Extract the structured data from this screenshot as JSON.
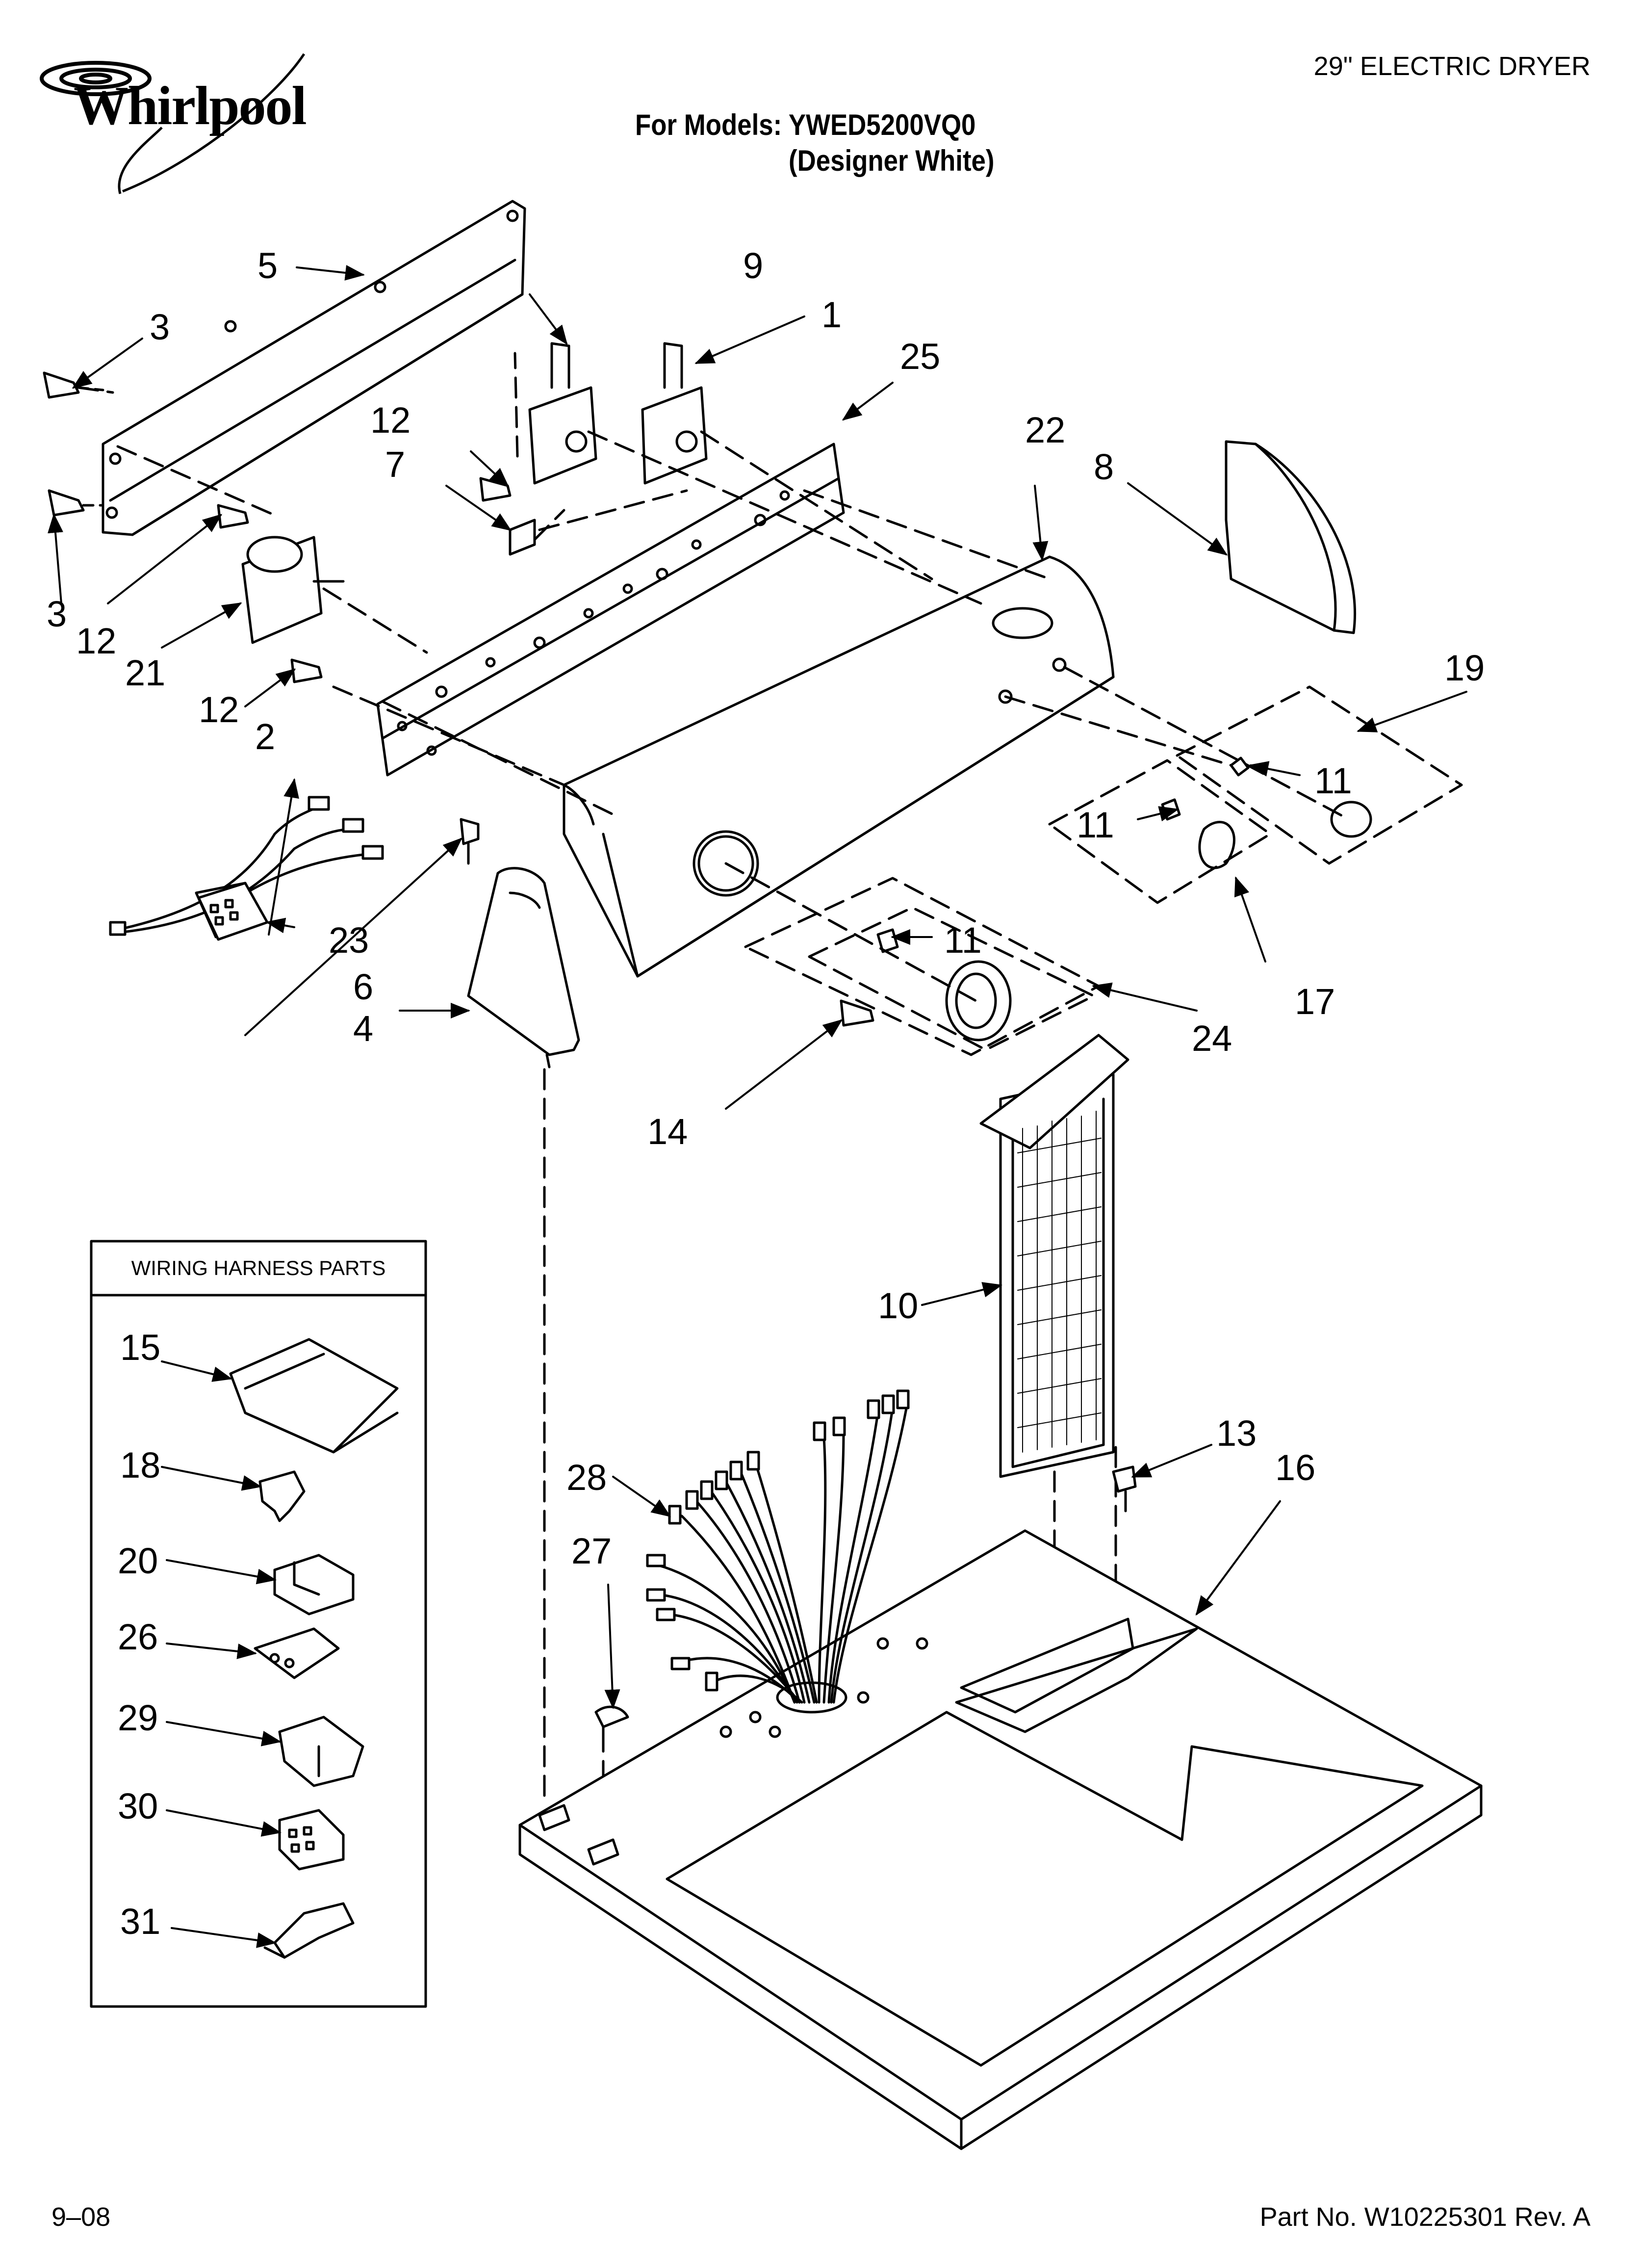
{
  "header": {
    "brand": "Whirlpool",
    "product": "29\" ELECTRIC DRYER",
    "models_line": "For Models: YWED5200VQ0",
    "variant_line": "(Designer White)"
  },
  "legend": {
    "title": "WIRING HARNESS PARTS",
    "items": [
      {
        "number": "15"
      },
      {
        "number": "18"
      },
      {
        "number": "20"
      },
      {
        "number": "26"
      },
      {
        "number": "29"
      },
      {
        "number": "30"
      },
      {
        "number": "31"
      }
    ]
  },
  "callouts": {
    "c1": "1",
    "c2": "2",
    "c3a": "3",
    "c3b": "3",
    "c4": "4",
    "c5": "5",
    "c6": "6",
    "c7": "7",
    "c8": "8",
    "c9": "9",
    "c10": "10",
    "c11a": "11",
    "c11b": "11",
    "c11c": "11",
    "c12a": "12",
    "c12b": "12",
    "c12c": "12",
    "c13": "13",
    "c14": "14",
    "c16": "16",
    "c17": "17",
    "c19": "19",
    "c21": "21",
    "c22": "22",
    "c23": "23",
    "c24": "24",
    "c25": "25",
    "c27": "27",
    "c28": "28"
  },
  "footer": {
    "date": "9–08",
    "part_number": "Part No. W10225301 Rev. A"
  }
}
